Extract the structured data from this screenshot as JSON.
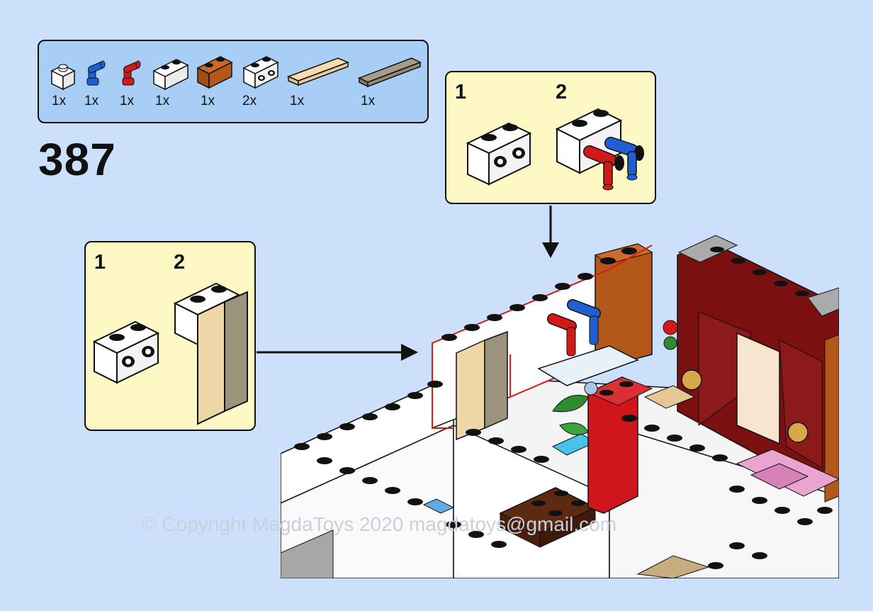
{
  "parts": [
    {
      "id": "part-1x1-brick-white",
      "qty": "1x"
    },
    {
      "id": "part-tap-blue",
      "qty": "1x"
    },
    {
      "id": "part-tap-red",
      "qty": "1x"
    },
    {
      "id": "part-1x2-brick-white",
      "qty": "1x"
    },
    {
      "id": "part-1x2-brick-brown",
      "qty": "1x"
    },
    {
      "id": "part-1x2-brick-holes-white",
      "qty": "2x"
    },
    {
      "id": "part-1x4-tile-tan",
      "qty": "1x"
    },
    {
      "id": "part-1x6-tile-darktan",
      "qty": "1x"
    }
  ],
  "step": {
    "number": "387"
  },
  "callout_left": {
    "sub1": "1",
    "sub2": "2"
  },
  "callout_right": {
    "sub1": "1",
    "sub2": "2"
  },
  "watermark": "© Copyright MagdaToys 2020 magdatoys@gmail.com",
  "colors": {
    "background": "#cde0fb",
    "parts_panel": "#a9cef6",
    "callout": "#fdf8c4",
    "brick_white": "#ffffff",
    "brick_red": "#c8161c",
    "brick_blue": "#1f5fd0",
    "brick_brown": "#b3581a",
    "tile_tan": "#efd6a6",
    "tile_darktan": "#9c937c",
    "dark_red": "#7a1010"
  }
}
